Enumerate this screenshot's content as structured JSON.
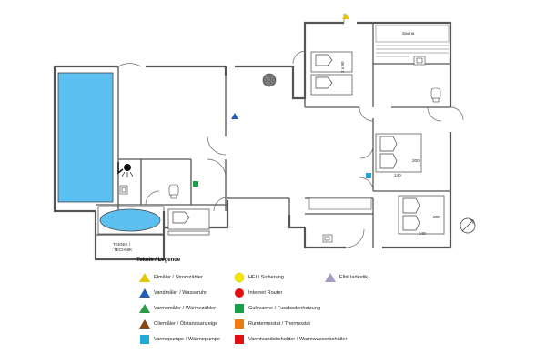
{
  "plan": {
    "sauna_label": "Sauna",
    "technik_label_1": "TEKNIK /",
    "technik_label_2": "TECHNIK",
    "bed_labels": [
      "2 x 90",
      "140",
      "200",
      "140",
      "200"
    ]
  },
  "legend": {
    "title": "Teknik / Legende",
    "items": [
      {
        "label": "Elmåler / Stromzähler",
        "shape": "triangle",
        "color": "#e5c500"
      },
      {
        "label": "Vandmåler / Wasseruhr",
        "shape": "triangle",
        "color": "#1f5fb8"
      },
      {
        "label": "Varmemåler / Wärmezähler",
        "shape": "triangle",
        "color": "#2e9b47"
      },
      {
        "label": "Oliemåler / Ölstandsanzeige",
        "shape": "triangle",
        "color": "#8b4513"
      },
      {
        "label": "Varmepumpe / Wärmepumpe",
        "shape": "square",
        "color": "#1fa8d9"
      },
      {
        "label": "HFI / Sicherung",
        "shape": "circle",
        "color": "#f5e600"
      },
      {
        "label": "Internet Router",
        "shape": "circle",
        "color": "#e01010"
      },
      {
        "label": "Gulvvarme / Fussbodenheizung",
        "shape": "square",
        "color": "#17a048"
      },
      {
        "label": "Rumtermostat / Thermostat",
        "shape": "square",
        "color": "#f07a10"
      },
      {
        "label": "Varmtvandsbeholder / Warmwasserbehälter",
        "shape": "square",
        "color": "#e01010"
      },
      {
        "label": "Elbil ladestik",
        "shape": "triangle",
        "color": "#a89cc0"
      }
    ]
  },
  "colors": {
    "pool": "#5bc0f0",
    "tub": "#5bc0f0",
    "wall": "#555555"
  }
}
